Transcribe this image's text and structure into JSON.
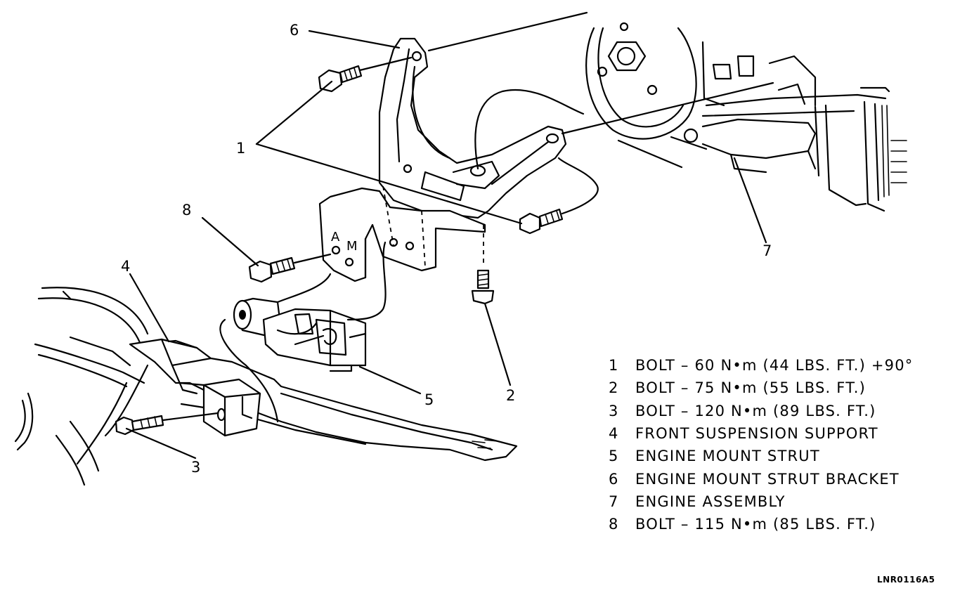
{
  "diagram": {
    "callouts": [
      {
        "id": "1",
        "label": "1"
      },
      {
        "id": "2",
        "label": "2"
      },
      {
        "id": "3",
        "label": "3"
      },
      {
        "id": "4",
        "label": "4"
      },
      {
        "id": "5",
        "label": "5"
      },
      {
        "id": "6",
        "label": "6"
      },
      {
        "id": "7",
        "label": "7"
      },
      {
        "id": "8",
        "label": "8"
      }
    ],
    "bracket_letters": [
      "A",
      "M"
    ],
    "legend": [
      {
        "num": "1",
        "text": "BOLT – 60 N•m (44 LBS. FT.) +90°"
      },
      {
        "num": "2",
        "text": "BOLT – 75 N•m (55 LBS. FT.)"
      },
      {
        "num": "3",
        "text": "BOLT – 120 N•m (89 LBS. FT.)"
      },
      {
        "num": "4",
        "text": "FRONT SUSPENSION SUPPORT"
      },
      {
        "num": "5",
        "text": "ENGINE MOUNT STRUT"
      },
      {
        "num": "6",
        "text": "ENGINE MOUNT STRUT BRACKET"
      },
      {
        "num": "7",
        "text": "ENGINE ASSEMBLY"
      },
      {
        "num": "8",
        "text": "BOLT – 115 N•m (85 LBS. FT.)"
      }
    ],
    "figure_code": "LNR0116A5"
  }
}
